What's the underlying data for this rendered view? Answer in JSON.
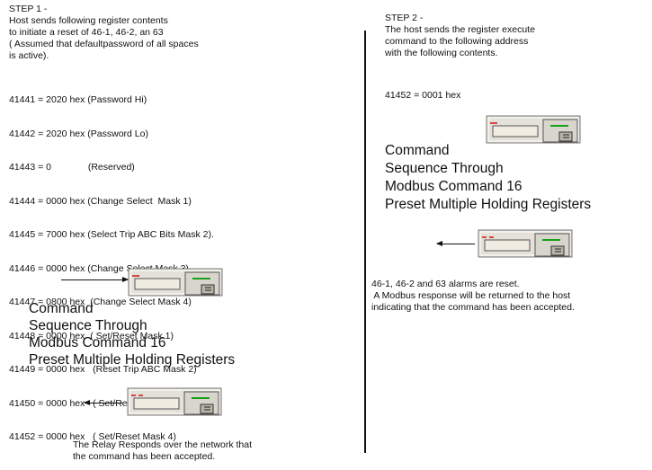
{
  "step1": {
    "heading": "STEP 1 -",
    "intro": [
      "Host sends following register contents",
      "to initiate a reset of 46-1, 46-2, an 63",
      "( Assumed that defaultpassword of all spaces",
      "is active)."
    ],
    "registers": [
      "41441 = 2020 hex (Password Hi)",
      "41442 = 2020 hex (Password Lo)",
      "41443 = 0              (Reserved)",
      "41444 = 0000 hex (Change Select  Mask 1)",
      "41445 = 7000 hex (Select Trip ABC Bits Mask 2).",
      "41446 = 0000 hex (Change Select Mask 3)",
      "41447 = 0800 hex  (Change Select Mask 4)",
      "41448 = 0000 hex  ( Set/Reset Mask 1)",
      "41449 = 0000 hex   (Reset Trip ABC Mask 2)",
      "41450 = 0000 hex   ( Set/Reset Mask 3)",
      "41452 = 0000 hex   ( Set/Reset Mask 4)"
    ],
    "command": [
      "Command",
      "Sequence Through",
      "Modbus Command 16",
      "Preset Multiple Holding Registers"
    ],
    "response": [
      "The Relay Responds over the network that",
      "the command has been accepted."
    ]
  },
  "step2": {
    "heading": "STEP 2 -",
    "intro": [
      "The host sends the register execute",
      "command to the following address",
      "with the following contents."
    ],
    "register": "41452 = 0001 hex",
    "command": [
      "Command",
      "Sequence Through",
      "Modbus Command 16",
      "Preset Multiple Holding Registers"
    ],
    "result": [
      "46-1, 46-2 and 63 alarms are reset.",
      " A Modbus response will be returned to the host",
      "indicating that the command has been accepted."
    ]
  }
}
